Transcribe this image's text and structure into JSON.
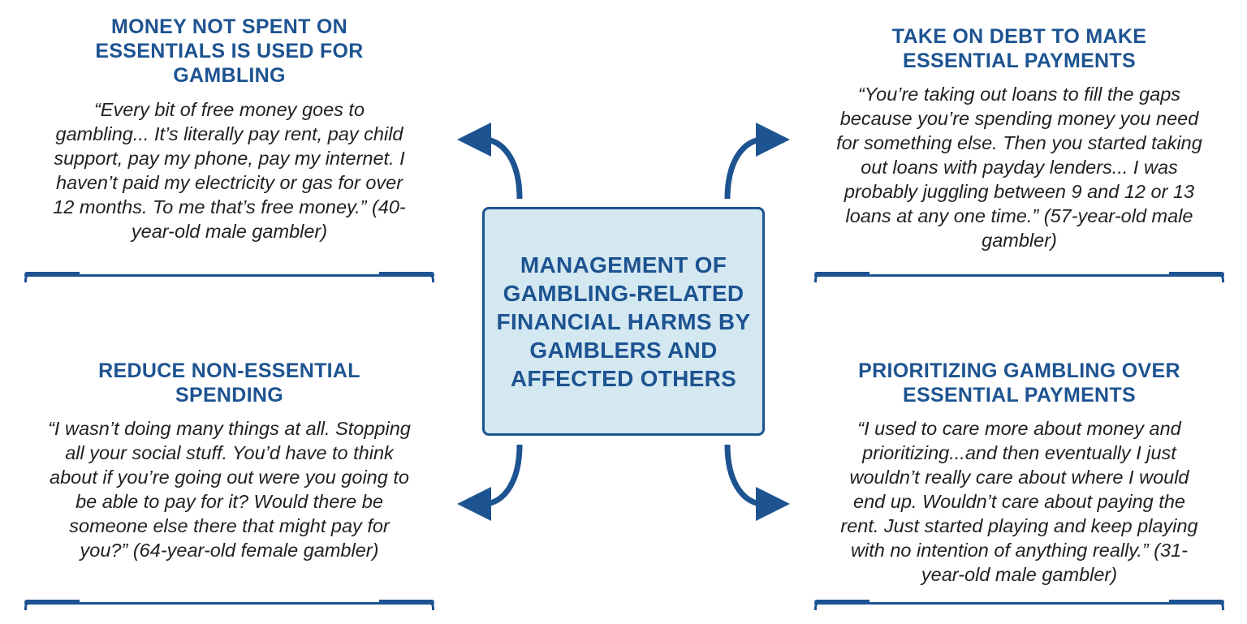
{
  "theme": {
    "accent_blue": "#1d5391",
    "center_fill": "#d4e8f1",
    "body_text": "#231f20",
    "background": "#ffffff"
  },
  "center": {
    "title": "MANAGEMENT OF GAMBLING-RELATED FINANCIAL HARMS BY GAMBLERS AND AFFECTED OTHERS"
  },
  "panels": {
    "top_left": {
      "heading": "MONEY NOT SPENT ON ESSENTIALS IS USED FOR GAMBLING",
      "quote": "“Every bit of free money goes to gambling... It’s literally pay rent, pay child support, pay my phone, pay my internet. I haven’t paid my electricity or gas for over 12 months. To me that’s free money.” (40-year-old male gambler)"
    },
    "top_right": {
      "heading": "TAKE ON DEBT TO MAKE ESSENTIAL PAYMENTS",
      "quote": "“You’re taking out loans to fill the gaps because you’re spending money you need for something else. Then you started taking out loans with payday lenders... I was probably juggling between 9 and 12 or 13 loans at any one time.” (57-year-old male gambler)"
    },
    "bottom_left": {
      "heading": "REDUCE NON-ESSENTIAL SPENDING",
      "quote": "“I wasn’t doing many things at all. Stopping all your social stuff. You’d have to think about if you’re going out were you going to be able to pay for it? Would there be someone else there that might pay for you?” (64-year-old female gambler)"
    },
    "bottom_right": {
      "heading": "PRIORITIZING GAMBLING OVER ESSENTIAL PAYMENTS",
      "quote": "“I used to care more about money and prioritizing...and then eventually I just wouldn’t really care about where I would end up. Wouldn’t care about paying the rent. Just started playing and keep playing with no intention of anything really.” (31-year-old male gambler)"
    }
  },
  "arrows": [
    {
      "name": "arrow-to-top-left",
      "direction": "up-left",
      "from": "center",
      "to": "top_left"
    },
    {
      "name": "arrow-to-top-right",
      "direction": "up-right",
      "from": "center",
      "to": "top_right"
    },
    {
      "name": "arrow-to-bottom-left",
      "direction": "down-left",
      "from": "center",
      "to": "bottom_left"
    },
    {
      "name": "arrow-to-bottom-right",
      "direction": "down-right",
      "from": "center",
      "to": "bottom_right"
    }
  ]
}
